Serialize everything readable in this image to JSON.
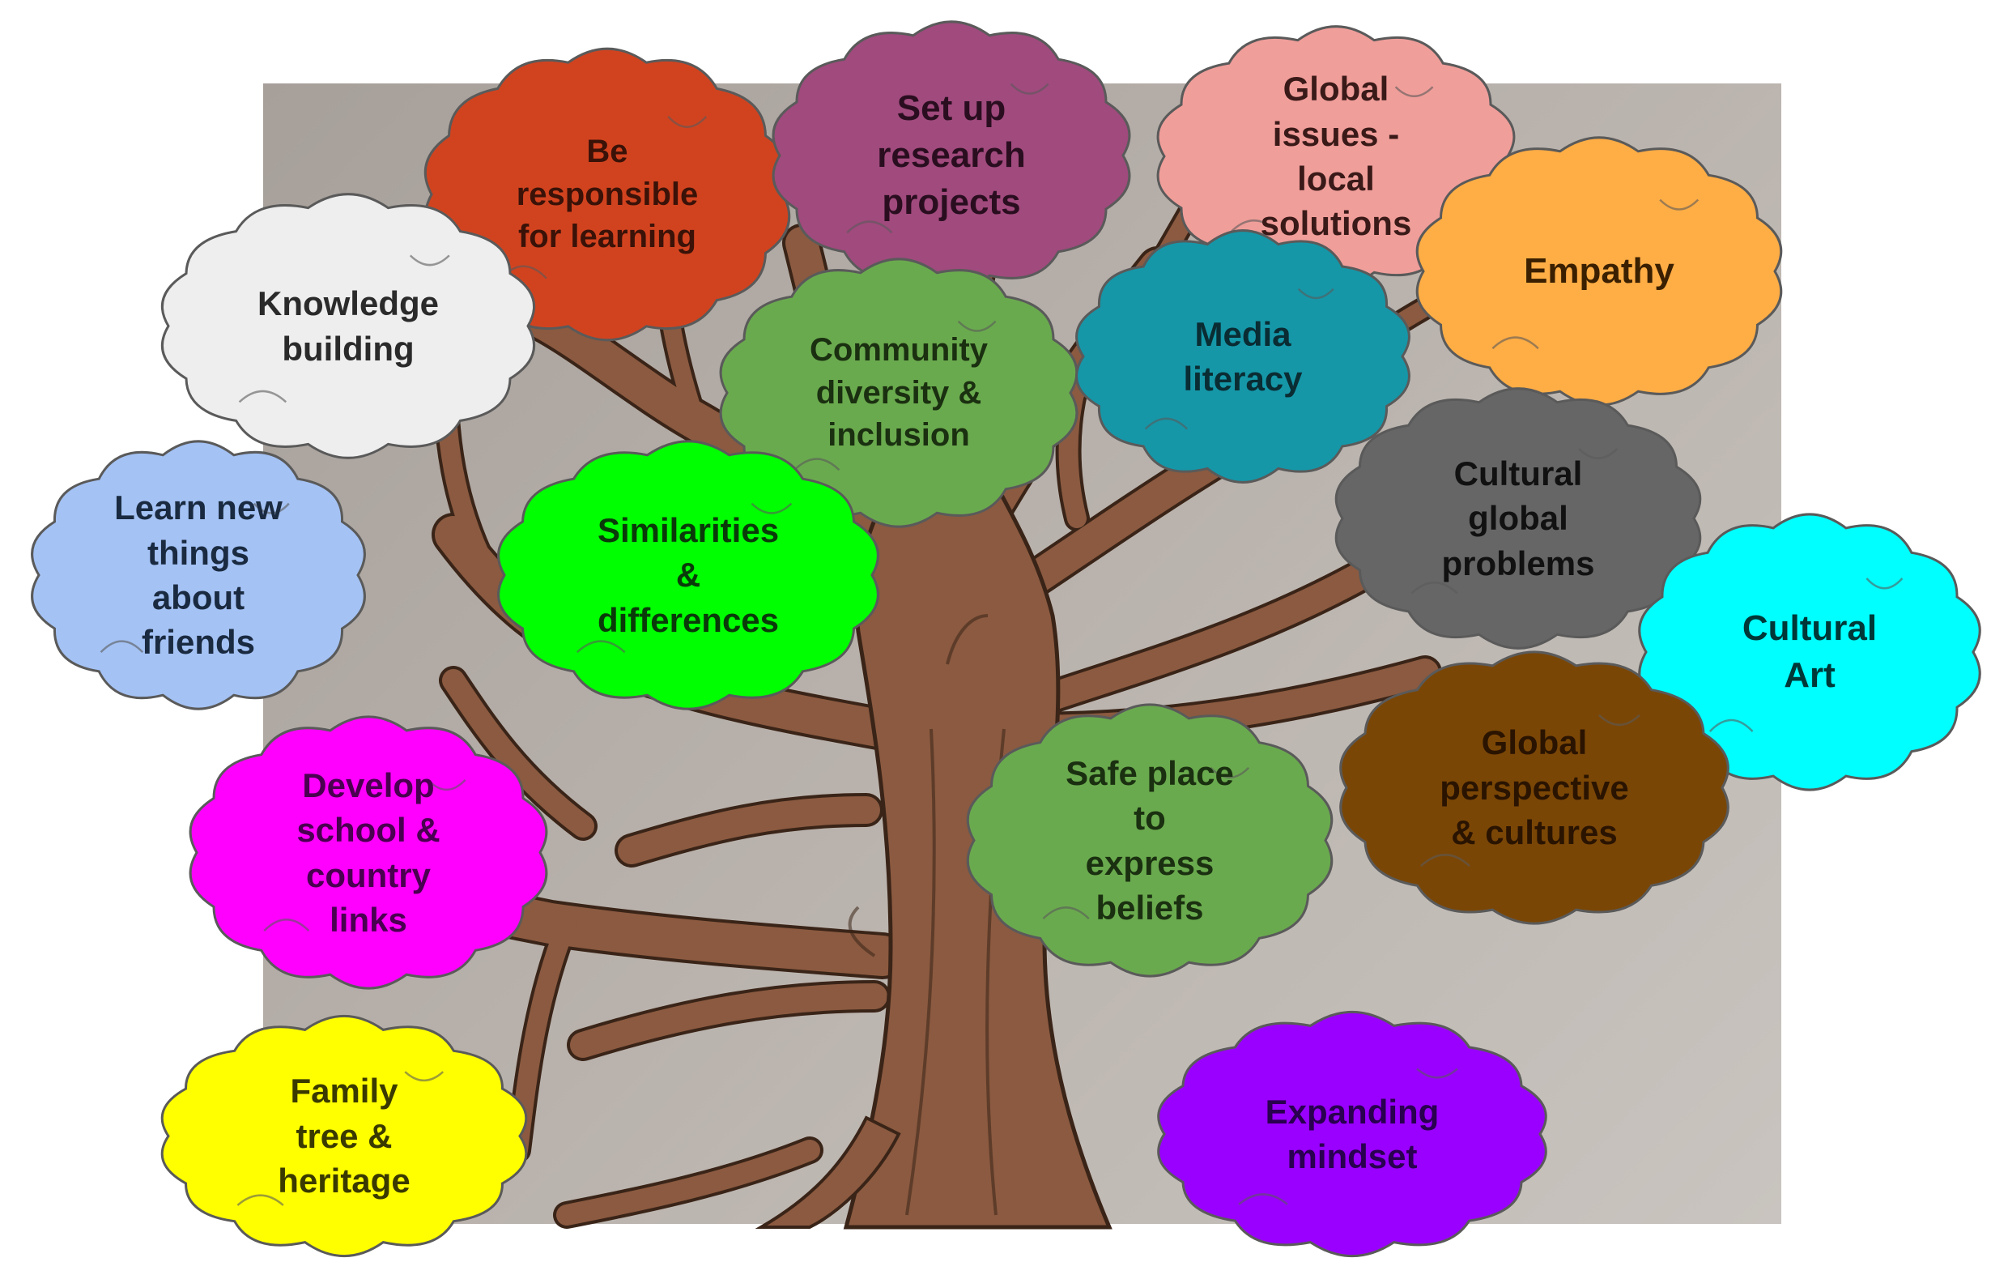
{
  "clouds": [
    {
      "id": "be-responsible",
      "text": "Be\nresponsible\nfor learning",
      "color": "#d1431f",
      "textColor": "#3a1208"
    },
    {
      "id": "set-up-research",
      "text": "Set up\nresearch\nprojects",
      "color": "#a04a7d",
      "textColor": "#2a0e20"
    },
    {
      "id": "global-issues",
      "text": "Global\nissues -\nlocal\nsolutions",
      "color": "#f09e9a",
      "textColor": "#3a1a18"
    },
    {
      "id": "empathy",
      "text": "Empathy",
      "color": "#ffad45",
      "textColor": "#3a2000"
    },
    {
      "id": "knowledge-building",
      "text": "Knowledge\nbuilding",
      "color": "#eeeeee",
      "textColor": "#2a2a2a"
    },
    {
      "id": "community-diversity",
      "text": "Community\ndiversity &\ninclusion",
      "color": "#6aaa4e",
      "textColor": "#1a3010"
    },
    {
      "id": "media-literacy",
      "text": "Media\nliteracy",
      "color": "#1597a8",
      "textColor": "#0a2c33"
    },
    {
      "id": "cultural-global-problems",
      "text": "Cultural\nglobal\nproblems",
      "color": "#666666",
      "textColor": "#111111"
    },
    {
      "id": "learn-new-things",
      "text": "Learn new\nthings\nabout\nfriends",
      "color": "#a4c2f4",
      "textColor": "#1a2a40"
    },
    {
      "id": "similarities-differences",
      "text": "Similarities\n&\ndifferences",
      "color": "#00ff00",
      "textColor": "#0a3a0a"
    },
    {
      "id": "cultural-art",
      "text": "Cultural\nArt",
      "color": "#00ffff",
      "textColor": "#003838"
    },
    {
      "id": "develop-school-links",
      "text": "Develop\nschool &\ncountry\nlinks",
      "color": "#ff00ff",
      "textColor": "#4a0050"
    },
    {
      "id": "safe-place",
      "text": "Safe place\nto\nexpress\nbeliefs",
      "color": "#6aaa4e",
      "textColor": "#1a3010"
    },
    {
      "id": "global-perspective",
      "text": "Global\nperspective\n& cultures",
      "color": "#7a4606",
      "textColor": "#2a1400"
    },
    {
      "id": "family-tree",
      "text": "Family\ntree &\nheritage",
      "color": "#ffff00",
      "textColor": "#3a3a00"
    },
    {
      "id": "expanding-mindset",
      "text": "Expanding\nmindset",
      "color": "#9900ff",
      "textColor": "#2a0050"
    }
  ],
  "tree": {
    "bark": "#8b5a40",
    "outline": "#3a2418"
  }
}
